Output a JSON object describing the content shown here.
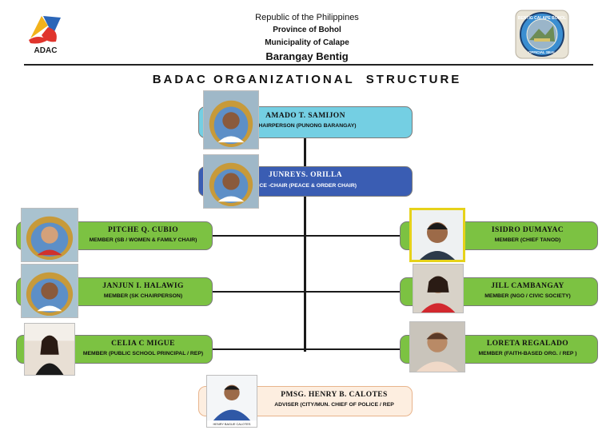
{
  "header": {
    "republic": "Republic of the Philippines",
    "province": "Province of Bohol",
    "municipality": "Municipality of Calape",
    "barangay": "Barangay Bentig"
  },
  "logos": {
    "left_text": "ADAC",
    "right_seal_text": "BENTIG CALAPE BOHOL",
    "right_seal_bottom": "OFFICIAL SEAL"
  },
  "title": "BADAC ORGANIZATIONAL  STRUCTURE",
  "members": {
    "chair": {
      "name": "AMADO T. SAMIJON",
      "role": "CHAIRPERSON (PUNONG BARANGAY)"
    },
    "vice": {
      "name": "JUNREYS. ORILLA",
      "role": "VICE -CHAIR (PEACE & ORDER CHAIR)"
    },
    "m_left1": {
      "name": "PITCHE Q. CUBIO",
      "role": "MEMBER (SB / WOMEN & FAMILY CHAIR)"
    },
    "m_left2": {
      "name": "JANJUN I. HALAWIG",
      "role": "MEMBER (SK CHAIRPERSON)"
    },
    "m_left3": {
      "name": "CELIA C MIGUE",
      "role": "MEMBER (PUBLIC SCHOOL PRINCIPAL / REP)"
    },
    "m_right1": {
      "name": "ISIDRO DUMAYAC",
      "role": "MEMBER (CHIEF TANOD)"
    },
    "m_right2": {
      "name": "JILL CAMBANGAY",
      "role": "MEMBER (NGO / CIVIC SOCIETY)"
    },
    "m_right3": {
      "name": "LORETA REGALADO",
      "role": "MEMBER (FAITH-BASED ORG. / REP )"
    },
    "adviser": {
      "name": "PMSG. HENRY B. CALOTES",
      "role": "ADVISER (CITY/MUN. CHIEF OF POLICE / REP"
    }
  },
  "photo_captions": {
    "adviser": "HENRY BAGUE CALOTES"
  },
  "colors": {
    "green": "#7cc242",
    "cyan": "#74cfe3",
    "blue": "#3a5db3",
    "peach": "#fdeee0",
    "frame_yellow": "#e6d21a"
  }
}
